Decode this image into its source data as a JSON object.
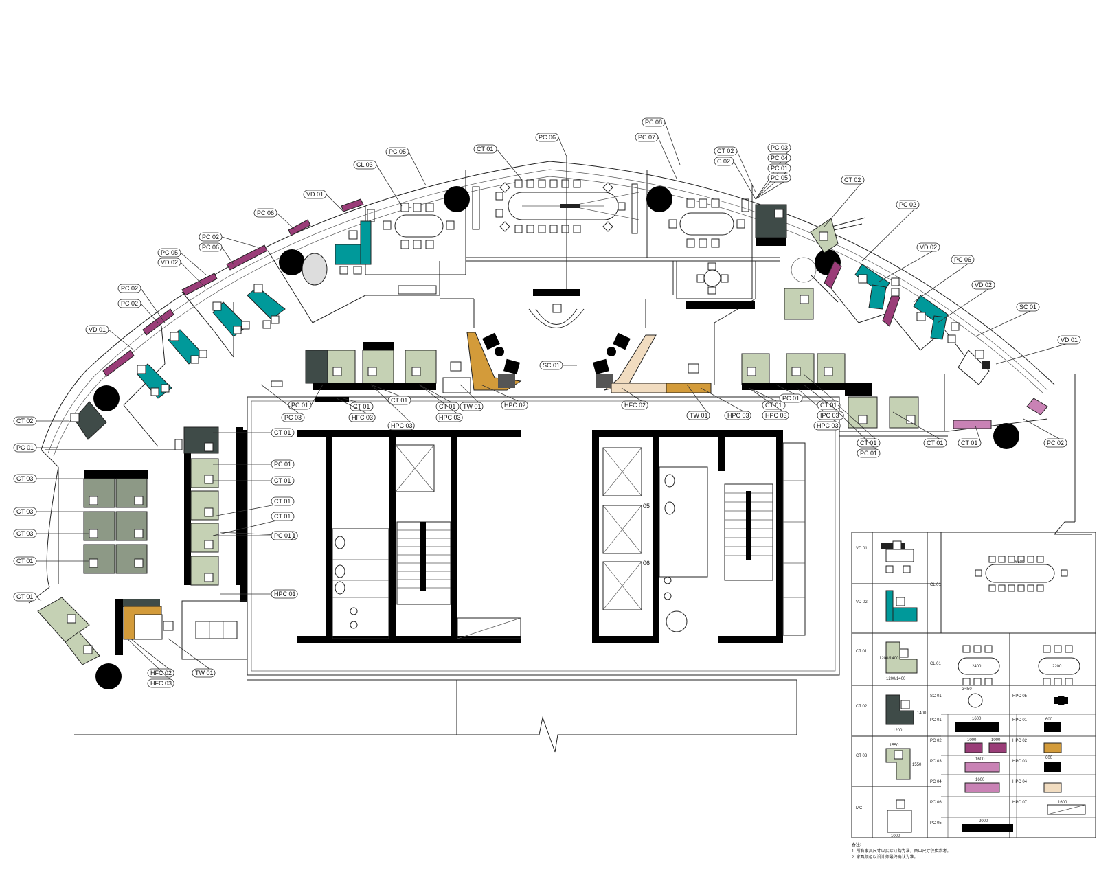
{
  "colors": {
    "teal": "#00999a",
    "sage": "#c5d1b4",
    "dark_slate": "#3f4b48",
    "grey_green": "#8d9986",
    "magenta": "#9a3d78",
    "pink": "#c982b5",
    "ochre": "#d39b3a",
    "beige": "#f1dcc0",
    "black": "#000000"
  },
  "tags": [
    {
      "id": "pc-08",
      "text": "PC 08"
    },
    {
      "id": "pc-07",
      "text": "PC 07"
    },
    {
      "id": "pc-06",
      "text": "PC 06"
    },
    {
      "id": "ct-01-top",
      "text": "CT 01"
    },
    {
      "id": "pc-05",
      "text": "PC 05"
    },
    {
      "id": "cl-03",
      "text": "CL 03"
    },
    {
      "id": "vd-01-a",
      "text": "VD 01"
    },
    {
      "id": "pc-06-b",
      "text": "PC 06"
    },
    {
      "id": "pc-02-a",
      "text": "PC 02"
    },
    {
      "id": "pc-05-b",
      "text": "PC 05"
    },
    {
      "id": "pc-06-c",
      "text": "PC 06"
    },
    {
      "id": "vd-02-a",
      "text": "VD 02"
    },
    {
      "id": "pc-02-b",
      "text": "PC 02"
    },
    {
      "id": "pc-02-c",
      "text": "PC 02"
    },
    {
      "id": "vd-01-b",
      "text": "VD 01"
    },
    {
      "id": "ct-02-left",
      "text": "CT 02"
    },
    {
      "id": "pc-01-left",
      "text": "PC 01"
    },
    {
      "id": "ct-03-a",
      "text": "CT 03"
    },
    {
      "id": "ct-03-b",
      "text": "CT 03"
    },
    {
      "id": "ct-03-c",
      "text": "CT 03"
    },
    {
      "id": "ct-01-left-a",
      "text": "CT 01"
    },
    {
      "id": "ct-01-left-b",
      "text": "CT 01"
    },
    {
      "id": "ct-02-right-a",
      "text": "CT 02"
    },
    {
      "id": "c-02",
      "text": "C 02"
    },
    {
      "id": "pc-03",
      "text": "PC 03"
    },
    {
      "id": "pc-04",
      "text": "PC 04"
    },
    {
      "id": "pc-01-r",
      "text": "PC 01"
    },
    {
      "id": "pc-05-r",
      "text": "PC 05"
    },
    {
      "id": "ct-02-r",
      "text": "CT 02"
    },
    {
      "id": "pc-02-r",
      "text": "PC 02"
    },
    {
      "id": "vd-02-r",
      "text": "VD 02"
    },
    {
      "id": "pc-06-r",
      "text": "PC 06"
    },
    {
      "id": "vd-02-r2",
      "text": "VD 02"
    },
    {
      "id": "sc-01-r",
      "text": "SC 01"
    },
    {
      "id": "vd-01-r",
      "text": "VD 01"
    },
    {
      "id": "sc-01-c",
      "text": "SC 01"
    },
    {
      "id": "hpc-02-c",
      "text": "HPC 02"
    },
    {
      "id": "tw-01-c",
      "text": "TW 01"
    },
    {
      "id": "hfc-02-r",
      "text": "HFC 02"
    },
    {
      "id": "tw-01-r",
      "text": "TW 01"
    },
    {
      "id": "hpc-03-r",
      "text": "HPC 03"
    },
    {
      "id": "ct-01-r1",
      "text": "CT 01"
    },
    {
      "id": "hpc-03-r2",
      "text": "HPC 03"
    },
    {
      "id": "hpc-03-r3",
      "text": "HPC 03"
    },
    {
      "id": "ct-01-r4",
      "text": "CT 01"
    },
    {
      "id": "ipc-03-r",
      "text": "IPC 03"
    },
    {
      "id": "ct-01-r5",
      "text": "CT 01"
    },
    {
      "id": "pc-01-r6",
      "text": "PC 01"
    },
    {
      "id": "ct-01-r7",
      "text": "CT 01"
    },
    {
      "id": "ct-01-r8",
      "text": "CT 01"
    },
    {
      "id": "pc-02-r9",
      "text": "PC 02"
    },
    {
      "id": "pc-01-r10",
      "text": "PC 01"
    },
    {
      "id": "pc-01-m1",
      "text": "PC 01"
    },
    {
      "id": "ct-01-m2",
      "text": "CT 01"
    },
    {
      "id": "ct-01-m3",
      "text": "CT 01"
    },
    {
      "id": "hfc-03-m4",
      "text": "HFC 03"
    },
    {
      "id": "hpc-03-m5",
      "text": "HPC 03"
    },
    {
      "id": "ct-01-m6",
      "text": "CT 01"
    },
    {
      "id": "hpc-03-m7",
      "text": "HPC 03"
    },
    {
      "id": "pc-03-m8",
      "text": "PC 03"
    },
    {
      "id": "ct-01-m9",
      "text": "CT 01"
    },
    {
      "id": "pc-01-m10",
      "text": "PC 01"
    },
    {
      "id": "ct-01-p1",
      "text": "CT 01"
    },
    {
      "id": "ct-01-p2",
      "text": "CT 01"
    },
    {
      "id": "hpc-01-p3",
      "text": "HPC 01"
    },
    {
      "id": "ct-01-p4",
      "text": "CT 01"
    },
    {
      "id": "pc-01-p5",
      "text": "PC 01"
    },
    {
      "id": "hpc-01-p6",
      "text": "HPC 01"
    },
    {
      "id": "hfc-02-l",
      "text": "HFC 02"
    },
    {
      "id": "hfc-03-l",
      "text": "HFC 03"
    },
    {
      "id": "tw-01-l",
      "text": "TW 01"
    }
  ],
  "core": {
    "elevator_labels": [
      "05",
      "06"
    ]
  },
  "legend": {
    "furniture_codes": {
      "vd01": "VD 01",
      "vd02": "VD 02",
      "ct01": "CT 01",
      "ct02": "CT 02",
      "ct03": "CT 03",
      "mc": "MC",
      "pc01": "PC 01",
      "pc02": "PC 02",
      "pc03": "PC 03",
      "pc04": "PC 04",
      "pc05": "PC 05",
      "pc06": "PC 06",
      "hpc01": "HPC 01",
      "hpc02": "HPC 02",
      "hpc03": "HPC 03",
      "hpc04": "HPC 04",
      "hpc05": "HPC 05",
      "hpc07": "HPC 07",
      "cl01": "CL 01",
      "sc01": "SC 01"
    },
    "dimensions": {
      "d_conf": "6500",
      "d_meet_a": "2400",
      "d_meet_b": "2200",
      "d_round": "Ø450",
      "d_ct_w": "1200/1400",
      "d_ct_h": "1200/1400",
      "d_ct2_w": "1200",
      "d_ct2_h": "1400",
      "d_pc01": "1600",
      "d_pc02_a": "1000",
      "d_pc02_b": "1000",
      "d_pc03": "1600",
      "d_pc04": "1600",
      "d_pc05": "2000",
      "d_hpc01": "600",
      "d_hpc02": "600",
      "d_hpc07": "1600",
      "d_ct3": "1550",
      "d_ct3_h": "1550",
      "d_mc": "1000"
    },
    "notes": [
      "备注:",
      "1. 所有家具尺寸以实际订购为准，图中尺寸仅供参考。",
      "2. 家具颜色以设计师最终确认为准。"
    ]
  }
}
